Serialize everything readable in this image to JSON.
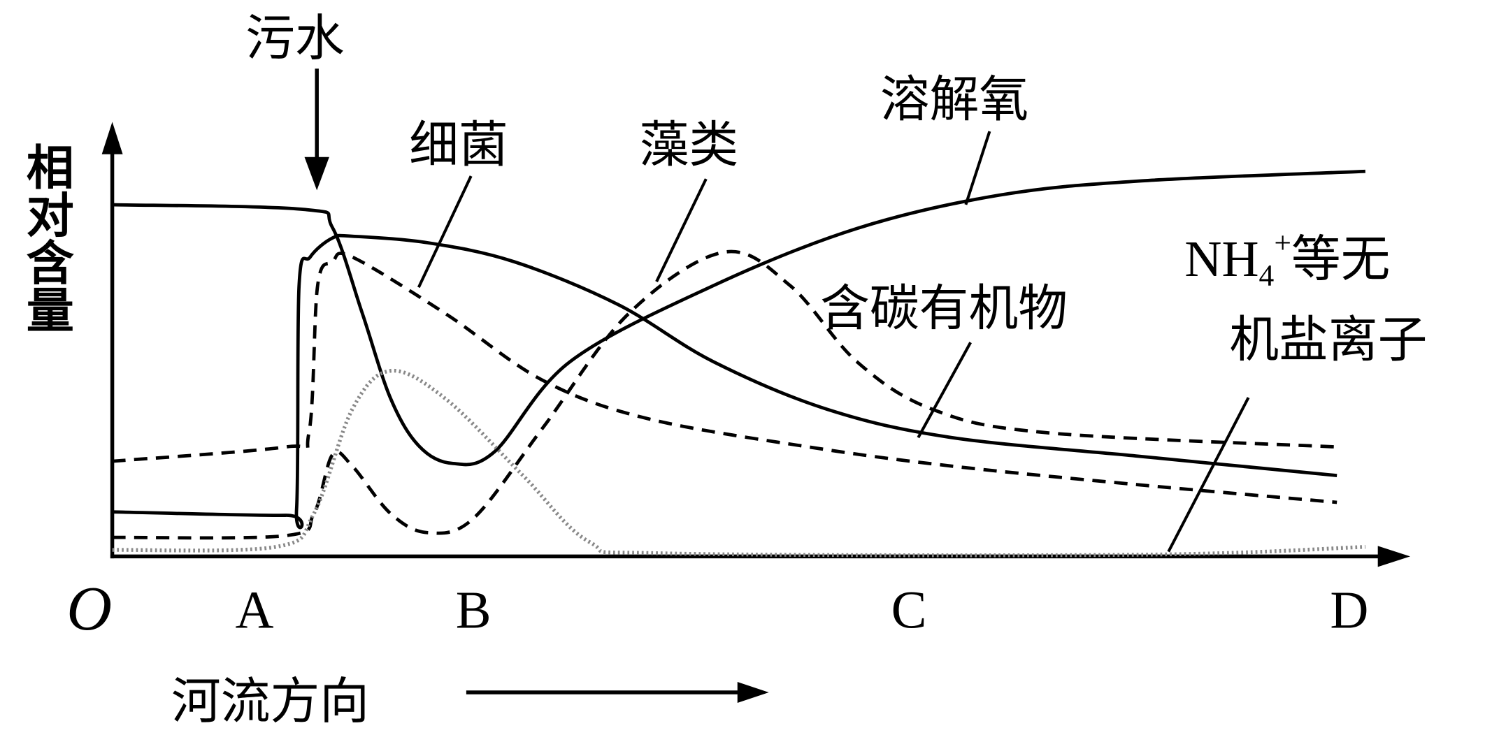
{
  "chart_data": {
    "type": "line",
    "title": "",
    "ylabel": "相对含量",
    "xlabel": "河流方向",
    "origin_label": "O",
    "x_ticks": [
      {
        "label": "A",
        "x": 11.5
      },
      {
        "label": "B",
        "x": 29.2
      },
      {
        "label": "C",
        "x": 64.4
      },
      {
        "label": "D",
        "x": 100
      }
    ],
    "xlim": [
      0,
      104
    ],
    "ylim": [
      0,
      100
    ],
    "annotation": {
      "label": "污水",
      "x": 16.5
    },
    "series": [
      {
        "name": "溶解氧",
        "style": "solid",
        "points": [
          [
            0,
            81.3
          ],
          [
            15.5,
            80.2
          ],
          [
            17.8,
            76
          ],
          [
            20.2,
            56.3
          ],
          [
            22.5,
            36.5
          ],
          [
            24.8,
            25.5
          ],
          [
            27.5,
            21.5
          ],
          [
            30.9,
            24.2
          ],
          [
            37,
            45
          ],
          [
            48.6,
            62.6
          ],
          [
            60.2,
            75.8
          ],
          [
            71.7,
            83.5
          ],
          [
            83.2,
            86.8
          ],
          [
            101.3,
            89
          ]
        ]
      },
      {
        "name": "含碳有机物",
        "style": "solid",
        "points": [
          [
            0,
            10.3
          ],
          [
            14,
            9.5
          ],
          [
            14.9,
            11
          ],
          [
            15.1,
            62.6
          ],
          [
            16,
            69.2
          ],
          [
            17.8,
            73.6
          ],
          [
            19.4,
            74
          ],
          [
            25.5,
            72.5
          ],
          [
            32.5,
            68.1
          ],
          [
            40.9,
            58.2
          ],
          [
            48.6,
            45
          ],
          [
            57.8,
            34
          ],
          [
            67.8,
            27.5
          ],
          [
            83.2,
            23.1
          ],
          [
            99,
            18.7
          ]
        ]
      },
      {
        "name": "细菌",
        "style": "dashed",
        "points": [
          [
            0,
            22
          ],
          [
            14,
            25.3
          ],
          [
            15.9,
            28.6
          ],
          [
            16.6,
            62.6
          ],
          [
            17.8,
            68.1
          ],
          [
            19.4,
            69.2
          ],
          [
            27,
            56
          ],
          [
            34.8,
            40.7
          ],
          [
            43.2,
            31.9
          ],
          [
            56.3,
            25.3
          ],
          [
            67.8,
            20.9
          ],
          [
            83.2,
            16.5
          ],
          [
            99,
            12.5
          ]
        ]
      },
      {
        "name": "藻类",
        "style": "dashed",
        "points": [
          [
            0,
            4.4
          ],
          [
            14,
            4.8
          ],
          [
            16.3,
            9.9
          ],
          [
            17.8,
            23.5
          ],
          [
            19.4,
            20.9
          ],
          [
            22.5,
            9.9
          ],
          [
            25.5,
            5.5
          ],
          [
            29.2,
            8.8
          ],
          [
            34.8,
            29.7
          ],
          [
            41.7,
            56
          ],
          [
            49.4,
            70.3
          ],
          [
            54.8,
            62.6
          ],
          [
            60.2,
            45
          ],
          [
            66.3,
            34
          ],
          [
            75.5,
            28.6
          ],
          [
            99,
            25.3
          ]
        ]
      },
      {
        "name": "NH4+等无机盐离子",
        "style": "dotted",
        "points": [
          [
            0,
            1.5
          ],
          [
            13.2,
            2.2
          ],
          [
            16.3,
            9.9
          ],
          [
            19.4,
            34
          ],
          [
            22.5,
            42.9
          ],
          [
            27,
            36.3
          ],
          [
            33.2,
            18.7
          ],
          [
            38.6,
            3.3
          ],
          [
            44.8,
            0.7
          ],
          [
            83.2,
            0.4
          ],
          [
            101.3,
            2.2
          ]
        ]
      }
    ],
    "labels": {
      "bacteria": "细菌",
      "algae": "藻类",
      "oxygen": "溶解氧",
      "carbon": "含碳有机物",
      "nh4": {
        "main": "NH",
        "sub": "4",
        "sup": "+",
        "line1_rest": "等无",
        "line2": "机盐离子"
      }
    }
  }
}
